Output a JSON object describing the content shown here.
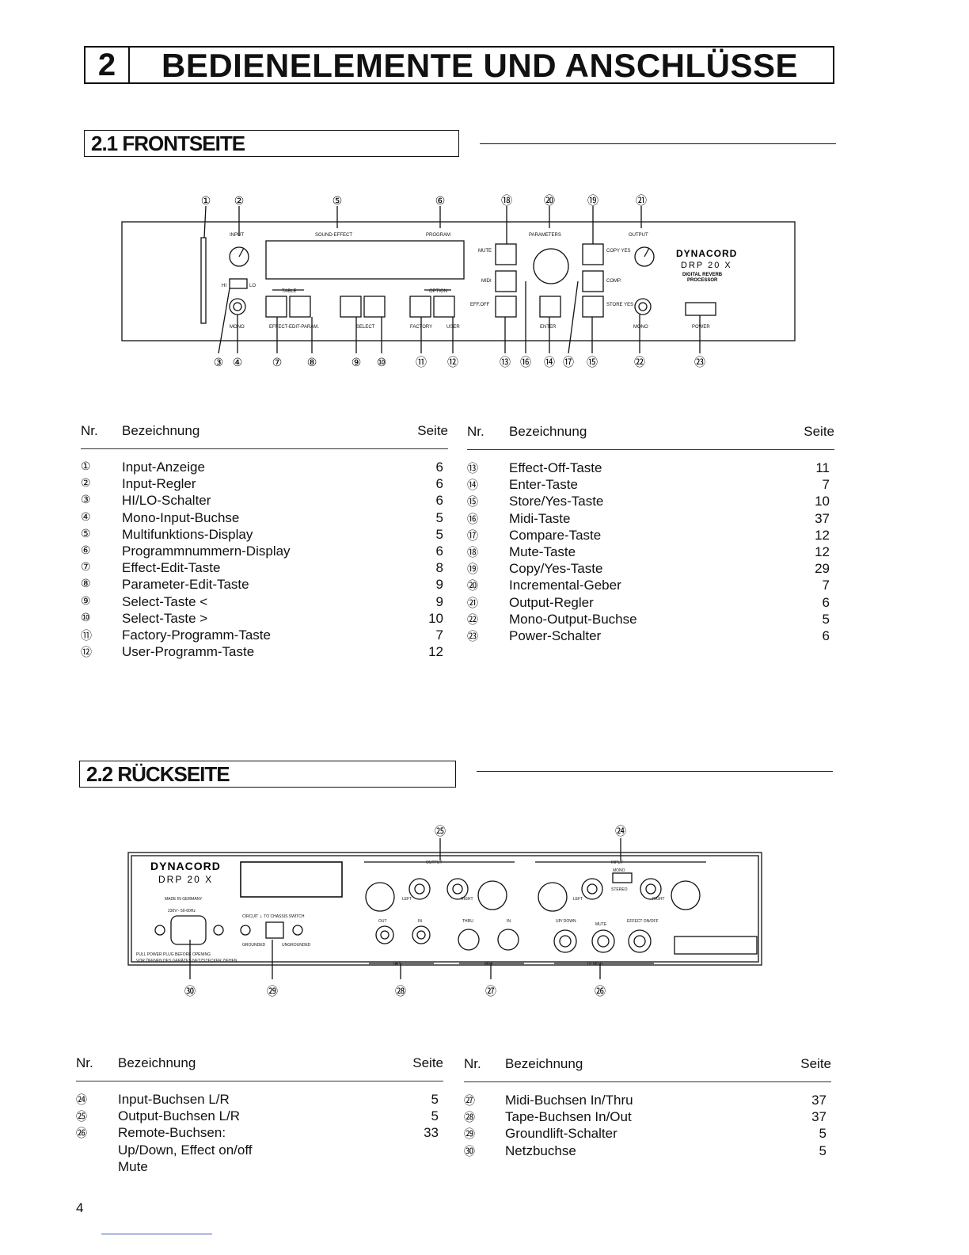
{
  "chapter": {
    "number": "2",
    "title": "BEDIENELEMENTE UND ANSCHLÜSSE"
  },
  "front": {
    "heading": "2.1 FRONTSEITE",
    "panel": {
      "brand": "DYNACORD",
      "model": "DRP 20 X",
      "subtitle1": "DIGITAL REVERB",
      "subtitle2": "PROCESSOR",
      "labels": {
        "input": "INPUT",
        "sound_effect": "SOUND-EFFECT",
        "program": "PROGRAM",
        "parameters": "PARAMETERS",
        "output": "OUTPUT",
        "mute": "MUTE",
        "midi": "MIDI",
        "eff_off": "EFF.OFF",
        "copy_yes": "COPY YES",
        "comp": "COMP.",
        "store_yes": "STORE YES",
        "mono_in": "MONO",
        "mono_out": "MONO",
        "power": "POWER",
        "effect_edit_param": "EFFECT-EDIT-PARAM.",
        "select": "SELECT",
        "factory": "FACTORY",
        "user": "USER",
        "enter": "ENTER",
        "table": "TABLE",
        "option": "OPTION",
        "hi": "HI",
        "lo": "LO"
      },
      "top_callouts": [
        "①",
        "②",
        "⑤",
        "⑥",
        "⑱",
        "⑳",
        "⑲",
        "㉑"
      ],
      "bottom_callouts": [
        "③",
        "④",
        "⑦",
        "⑧",
        "⑨",
        "⑩",
        "⑪",
        "⑫",
        "⑬",
        "⑯",
        "⑭",
        "⑰",
        "⑮",
        "㉒",
        "㉓"
      ]
    },
    "table_headers": {
      "nr": "Nr.",
      "name": "Bezeichnung",
      "page": "Seite"
    },
    "left_rows": [
      {
        "nr": "①",
        "name": "Input-Anzeige",
        "page": "6"
      },
      {
        "nr": "②",
        "name": "Input-Regler",
        "page": "6"
      },
      {
        "nr": "③",
        "name": "HI/LO-Schalter",
        "page": "6"
      },
      {
        "nr": "④",
        "name": "Mono-Input-Buchse",
        "page": "5"
      },
      {
        "nr": "⑤",
        "name": "Multifunktions-Display",
        "page": "5"
      },
      {
        "nr": "⑥",
        "name": "Programmnummern-Display",
        "page": "6"
      },
      {
        "nr": "⑦",
        "name": "Effect-Edit-Taste",
        "page": "8"
      },
      {
        "nr": "⑧",
        "name": "Parameter-Edit-Taste",
        "page": "9"
      },
      {
        "nr": "⑨",
        "name": "Select-Taste <",
        "page": "9"
      },
      {
        "nr": "⑩",
        "name": "Select-Taste >",
        "page": "10"
      },
      {
        "nr": "⑪",
        "name": "Factory-Programm-Taste",
        "page": "7"
      },
      {
        "nr": "⑫",
        "name": "User-Programm-Taste",
        "page": "12"
      }
    ],
    "right_rows": [
      {
        "nr": "⑬",
        "name": "Effect-Off-Taste",
        "page": "11"
      },
      {
        "nr": "⑭",
        "name": "Enter-Taste",
        "page": "7"
      },
      {
        "nr": "⑮",
        "name": "Store/Yes-Taste",
        "page": "10"
      },
      {
        "nr": "⑯",
        "name": "Midi-Taste",
        "page": "37"
      },
      {
        "nr": "⑰",
        "name": "Compare-Taste",
        "page": "12"
      },
      {
        "nr": "⑱",
        "name": "Mute-Taste",
        "page": "12"
      },
      {
        "nr": "⑲",
        "name": "Copy/Yes-Taste",
        "page": "29"
      },
      {
        "nr": "⑳",
        "name": "Incremental-Geber",
        "page": "7"
      },
      {
        "nr": "㉑",
        "name": "Output-Regler",
        "page": "6"
      },
      {
        "nr": "㉒",
        "name": "Mono-Output-Buchse",
        "page": "5"
      },
      {
        "nr": "㉓",
        "name": "Power-Schalter",
        "page": "6"
      }
    ]
  },
  "rear": {
    "heading": "2.2 RÜCKSEITE",
    "panel": {
      "brand": "DYNACORD",
      "model": "DRP 20 X",
      "made_in": "MADE IN GERMANY",
      "voltage": "230V~ 50-60Hz",
      "output": "OUTPUT",
      "input": "INPUT",
      "left": "LEFT",
      "right": "RIGHT",
      "out": "OUT",
      "in": "IN",
      "thru": "THRU",
      "midi_in": "IN",
      "up_down": "UP/ DOWN",
      "mute": "MUTE",
      "effect_onoff": "EFFECT ON/OFF",
      "tape": "TAPE",
      "midi": "MIDI",
      "remote": "REMOTE",
      "mono": "MONO",
      "stereo": "STEREO",
      "circuit": "CIRCUIT ⊥ TO CHASSIS SWITCH",
      "grounded": "GROUNDED",
      "ungrounded": "UNGROUNDED",
      "warn1": "PULL POWER PLUG BEFORE OPENING",
      "warn2": "VOR ÖFFNEN DES GERÄTES NETZSTECKER ZIEHEN"
    },
    "top_callouts": [
      "㉕",
      "㉔"
    ],
    "bottom_callouts": [
      "㉚",
      "㉙",
      "㉘",
      "㉗",
      "㉖"
    ],
    "left_rows": [
      {
        "nr": "㉔",
        "name": "Input-Buchsen L/R",
        "page": "5"
      },
      {
        "nr": "㉕",
        "name": "Output-Buchsen L/R",
        "page": "5"
      },
      {
        "nr": "㉖",
        "name": "Remote-Buchsen:",
        "page": "33"
      },
      {
        "nr": "",
        "name": "Up/Down, Effect on/off",
        "page": ""
      },
      {
        "nr": "",
        "name": "Mute",
        "page": ""
      }
    ],
    "right_rows": [
      {
        "nr": "㉗",
        "name": "Midi-Buchsen In/Thru",
        "page": "37"
      },
      {
        "nr": "㉘",
        "name": "Tape-Buchsen In/Out",
        "page": "37"
      },
      {
        "nr": "㉙",
        "name": "Groundlift-Schalter",
        "page": "5"
      },
      {
        "nr": "㉚",
        "name": "Netzbuchse",
        "page": "5"
      }
    ]
  },
  "page_number": "4"
}
